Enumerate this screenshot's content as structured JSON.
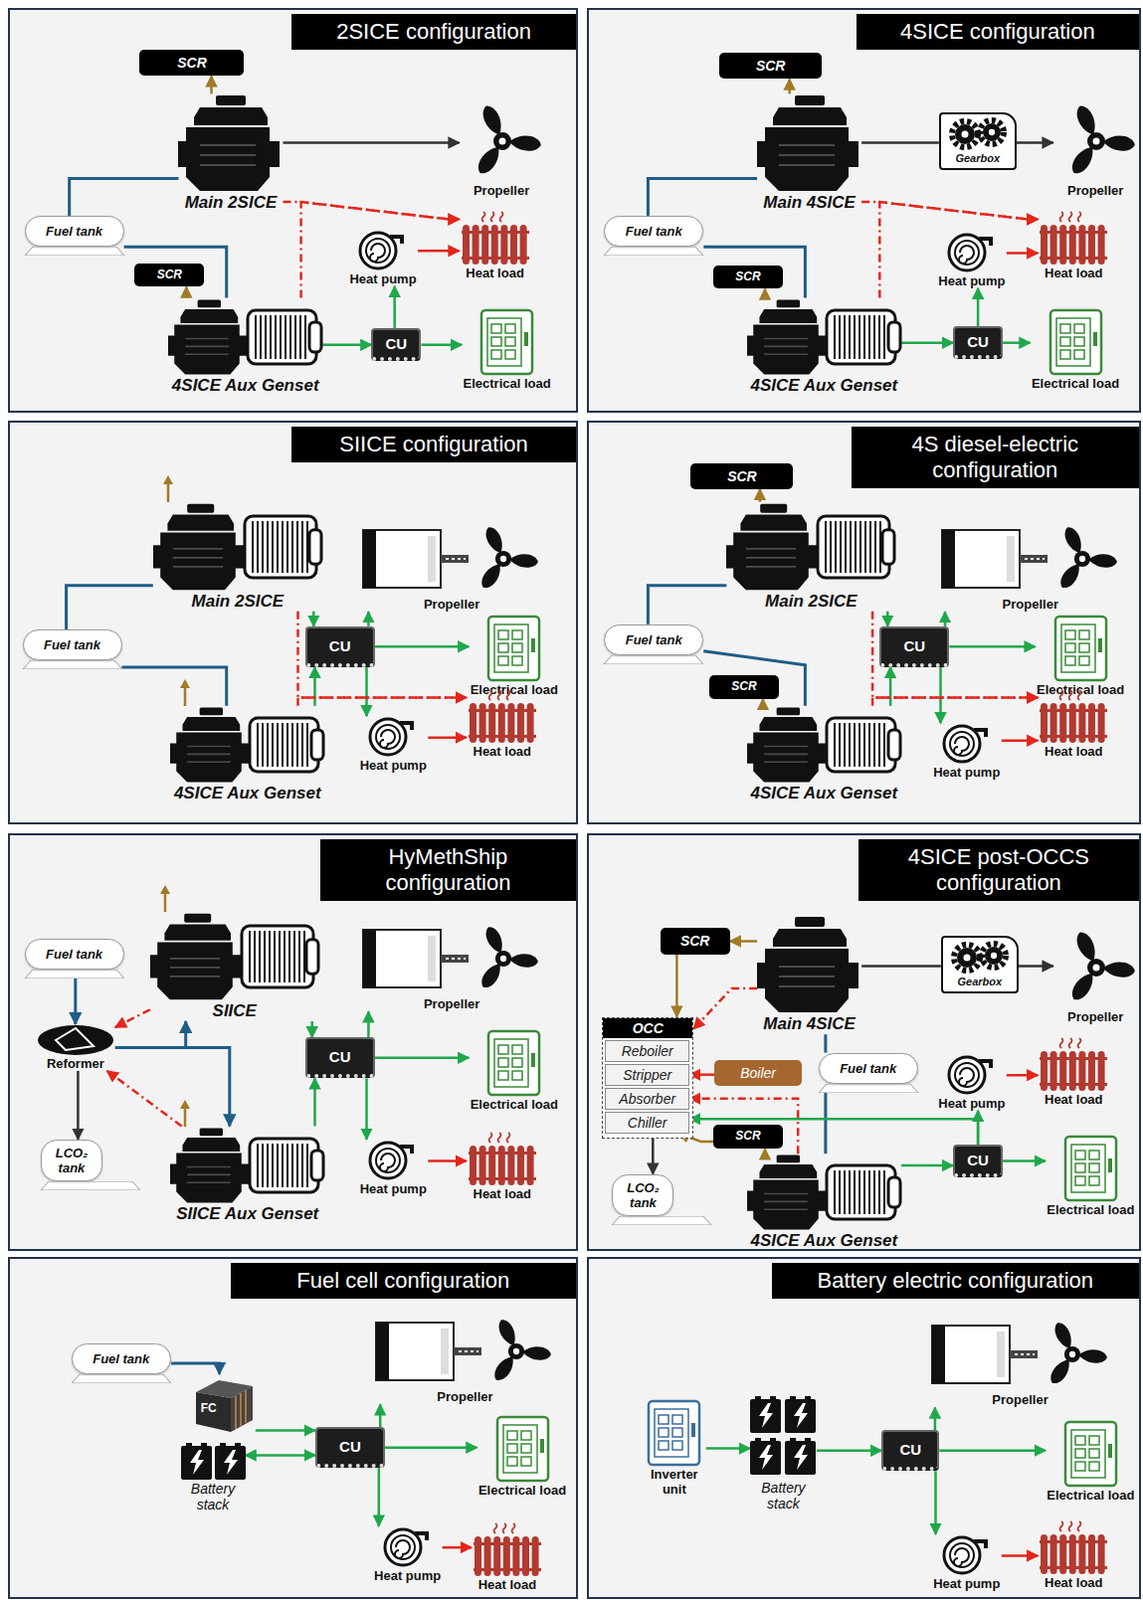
{
  "diagram": {
    "nodes": [
      {
        "text": [
          "2SICE configuration"
        ]
      },
      {
        "text": [
          "SCR"
        ],
        "in": 0
      },
      {
        "text": [
          "Main 2SICE"
        ],
        "in": 0
      },
      {
        "text": [
          "Propeller"
        ],
        "in": 0
      },
      {
        "text": [
          "Fuel tank"
        ],
        "in": 0
      },
      {
        "text": [
          "Heat pump"
        ],
        "in": 0
      },
      {
        "text": [
          "Heat load"
        ],
        "in": 0
      },
      {
        "text": [
          "SCR"
        ],
        "in": 0
      },
      {
        "text": [
          "4SICE Aux Genset"
        ],
        "in": 0
      },
      {
        "text": [
          "CU"
        ],
        "in": 0
      },
      {
        "text": [
          "Electrical load"
        ],
        "in": 0
      },
      {
        "text": [
          "4SICE configuration"
        ]
      },
      {
        "text": [
          "SCR"
        ],
        "in": 11
      },
      {
        "text": [
          "Main 4SICE"
        ],
        "in": 11
      },
      {
        "text": [
          "Gearbox"
        ],
        "in": 11
      },
      {
        "text": [
          "Propeller"
        ],
        "in": 11
      },
      {
        "text": [
          "Fuel tank"
        ],
        "in": 11
      },
      {
        "text": [
          "Heat pump"
        ],
        "in": 11
      },
      {
        "text": [
          "Heat load"
        ],
        "in": 11
      },
      {
        "text": [
          "SCR"
        ],
        "in": 11
      },
      {
        "text": [
          "4SICE Aux Genset"
        ],
        "in": 11
      },
      {
        "text": [
          "CU"
        ],
        "in": 11
      },
      {
        "text": [
          "Electrical load"
        ],
        "in": 11
      },
      {
        "text": [
          "SIICE configuration"
        ]
      },
      {
        "text": [
          "Main 2SICE"
        ],
        "in": 23
      },
      {
        "text": [
          "Propeller"
        ],
        "in": 23
      },
      {
        "text": [
          "Fuel tank"
        ],
        "in": 23
      },
      {
        "text": [
          "CU"
        ],
        "in": 23
      },
      {
        "text": [
          "Electrical load"
        ],
        "in": 23
      },
      {
        "text": [
          "4SICE Aux Genset"
        ],
        "in": 23
      },
      {
        "text": [
          "Heat pump"
        ],
        "in": 23
      },
      {
        "text": [
          "Heat load"
        ],
        "in": 23
      },
      {
        "text": [
          "4S diesel-electric configuration"
        ]
      },
      {
        "text": [
          "SCR"
        ],
        "in": 32
      },
      {
        "text": [
          "Main 2SICE"
        ],
        "in": 32
      },
      {
        "text": [
          "Propeller"
        ],
        "in": 32
      },
      {
        "text": [
          "Fuel tank"
        ],
        "in": 32
      },
      {
        "text": [
          "CU"
        ],
        "in": 32
      },
      {
        "text": [
          "Electrical load"
        ],
        "in": 32
      },
      {
        "text": [
          "SCR"
        ],
        "in": 32
      },
      {
        "text": [
          "4SICE Aux Genset"
        ],
        "in": 32
      },
      {
        "text": [
          "Heat pump"
        ],
        "in": 32
      },
      {
        "text": [
          "Heat load"
        ],
        "in": 32
      },
      {
        "text": [
          "HyMethShip configuration"
        ]
      },
      {
        "text": [
          "Fuel tank"
        ],
        "in": 43
      },
      {
        "text": [
          "SIICE"
        ],
        "in": 43
      },
      {
        "text": [
          "Propeller"
        ],
        "in": 43
      },
      {
        "text": [
          "Reformer"
        ],
        "in": 43
      },
      {
        "text": [
          "CU"
        ],
        "in": 43
      },
      {
        "text": [
          "Electrical load"
        ],
        "in": 43
      },
      {
        "text": [
          "LCO₂ tank"
        ],
        "in": 43
      },
      {
        "text": [
          "SIICE Aux Genset"
        ],
        "in": 43
      },
      {
        "text": [
          "Heat pump"
        ],
        "in": 43
      },
      {
        "text": [
          "Heat load"
        ],
        "in": 43
      },
      {
        "text": [
          "4SICE post-OCCS configuration"
        ]
      },
      {
        "text": [
          "SCR"
        ],
        "in": 54
      },
      {
        "text": [
          "Main 4SICE"
        ],
        "in": 54
      },
      {
        "text": [
          "Gearbox"
        ],
        "in": 54
      },
      {
        "text": [
          "Propeller"
        ],
        "in": 54
      },
      {
        "text": [
          "OCC"
        ],
        "in": 54
      },
      {
        "text": [
          "Reboiler"
        ],
        "in": 59
      },
      {
        "text": [
          "Stripper"
        ],
        "in": 59
      },
      {
        "text": [
          "Absorber"
        ],
        "in": 59
      },
      {
        "text": [
          "Chiller"
        ],
        "in": 59
      },
      {
        "text": [
          "Boiler"
        ],
        "in": 54
      },
      {
        "text": [
          "Fuel tank"
        ],
        "in": 54
      },
      {
        "text": [
          "Heat pump"
        ],
        "in": 54
      },
      {
        "text": [
          "Heat load"
        ],
        "in": 54
      },
      {
        "text": [
          "SCR"
        ],
        "in": 54
      },
      {
        "text": [
          "4SICE Aux Genset"
        ],
        "in": 54
      },
      {
        "text": [
          "CU"
        ],
        "in": 54
      },
      {
        "text": [
          "Electrical load"
        ],
        "in": 54
      },
      {
        "text": [
          "LCO₂ tank"
        ],
        "in": 54
      },
      {
        "text": [
          "Fuel cell configuration"
        ]
      },
      {
        "text": [
          "Fuel tank"
        ],
        "in": 73
      },
      {
        "text": [
          "FC"
        ],
        "in": 73
      },
      {
        "text": [
          "Propeller"
        ],
        "in": 73
      },
      {
        "text": [
          "CU"
        ],
        "in": 73
      },
      {
        "text": [
          "Electrical load"
        ],
        "in": 73
      },
      {
        "text": [
          "Battery stack"
        ],
        "in": 73
      },
      {
        "text": [
          "Heat pump"
        ],
        "in": 73
      },
      {
        "text": [
          "Heat load"
        ],
        "in": 73
      },
      {
        "text": [
          "Battery electric configuration"
        ]
      },
      {
        "text": [
          "Inverter unit"
        ],
        "in": 82
      },
      {
        "text": [
          "Battery stack"
        ],
        "in": 82
      },
      {
        "text": [
          "CU"
        ],
        "in": 82
      },
      {
        "text": [
          "Propeller"
        ],
        "in": 82
      },
      {
        "text": [
          "Electrical load"
        ],
        "in": 82
      },
      {
        "text": [
          "Heat pump"
        ],
        "in": 82
      },
      {
        "text": [
          "Heat load"
        ],
        "in": 82
      }
    ],
    "edges": [
      {
        "from": 2,
        "to": 1,
        "arrow": "to"
      },
      {
        "from": 2,
        "to": 3,
        "arrow": "to"
      },
      {
        "from": 4,
        "to": 2,
        "arrow": "none"
      },
      {
        "from": 4,
        "to": 8,
        "arrow": "none"
      },
      {
        "from": 2,
        "to": 6,
        "arrow": "to"
      },
      {
        "from": 8,
        "to": 6,
        "arrow": "to"
      },
      {
        "from": 8,
        "to": 7,
        "arrow": "to"
      },
      {
        "from": 8,
        "to": 9,
        "arrow": "to"
      },
      {
        "from": 9,
        "to": 5,
        "arrow": "to"
      },
      {
        "from": 9,
        "to": 10,
        "arrow": "to"
      },
      {
        "from": 5,
        "to": 6,
        "arrow": "to"
      },
      {
        "from": 13,
        "to": 12,
        "arrow": "to"
      },
      {
        "from": 13,
        "to": 14,
        "arrow": "none"
      },
      {
        "from": 14,
        "to": 15,
        "arrow": "to"
      },
      {
        "from": 16,
        "to": 13,
        "arrow": "none"
      },
      {
        "from": 16,
        "to": 20,
        "arrow": "none"
      },
      {
        "from": 13,
        "to": 18,
        "arrow": "to"
      },
      {
        "from": 20,
        "to": 18,
        "arrow": "to"
      },
      {
        "from": 20,
        "to": 19,
        "arrow": "to"
      },
      {
        "from": 20,
        "to": 21,
        "arrow": "to"
      },
      {
        "from": 21,
        "to": 17,
        "arrow": "to"
      },
      {
        "from": 21,
        "to": 22,
        "arrow": "to"
      },
      {
        "from": 17,
        "to": 18,
        "arrow": "to"
      },
      {
        "from": 26,
        "to": 24,
        "arrow": "none"
      },
      {
        "from": 26,
        "to": 29,
        "arrow": "none"
      },
      {
        "from": 24,
        "to": 27,
        "arrow": "to"
      },
      {
        "from": 29,
        "to": 27,
        "arrow": "to"
      },
      {
        "from": 27,
        "to": 25,
        "arrow": "to"
      },
      {
        "from": 27,
        "to": 28,
        "arrow": "to"
      },
      {
        "from": 27,
        "to": 30,
        "arrow": "to"
      },
      {
        "from": 30,
        "to": 31,
        "arrow": "to"
      },
      {
        "from": 24,
        "to": 31,
        "arrow": "to"
      },
      {
        "from": 29,
        "to": 31,
        "arrow": "to"
      },
      {
        "from": 34,
        "to": 33,
        "arrow": "to"
      },
      {
        "from": 36,
        "to": 34,
        "arrow": "none"
      },
      {
        "from": 36,
        "to": 40,
        "arrow": "none"
      },
      {
        "from": 34,
        "to": 37,
        "arrow": "to"
      },
      {
        "from": 40,
        "to": 37,
        "arrow": "to"
      },
      {
        "from": 37,
        "to": 35,
        "arrow": "to"
      },
      {
        "from": 37,
        "to": 38,
        "arrow": "to"
      },
      {
        "from": 37,
        "to": 41,
        "arrow": "to"
      },
      {
        "from": 41,
        "to": 42,
        "arrow": "to"
      },
      {
        "from": 34,
        "to": 42,
        "arrow": "to"
      },
      {
        "from": 40,
        "to": 42,
        "arrow": "to"
      },
      {
        "from": 40,
        "to": 39,
        "arrow": "to"
      },
      {
        "from": 44,
        "to": 47,
        "arrow": "to"
      },
      {
        "from": 47,
        "to": 45,
        "arrow": "to"
      },
      {
        "from": 47,
        "to": 51,
        "arrow": "to"
      },
      {
        "from": 45,
        "to": 47,
        "arrow": "to"
      },
      {
        "from": 51,
        "to": 47,
        "arrow": "to"
      },
      {
        "from": 47,
        "to": 50,
        "arrow": "to"
      },
      {
        "from": 45,
        "to": 48,
        "arrow": "to"
      },
      {
        "from": 51,
        "to": 48,
        "arrow": "to"
      },
      {
        "from": 48,
        "to": 46,
        "arrow": "to"
      },
      {
        "from": 48,
        "to": 49,
        "arrow": "to"
      },
      {
        "from": 48,
        "to": 52,
        "arrow": "to"
      },
      {
        "from": 52,
        "to": 53,
        "arrow": "to"
      },
      {
        "from": 56,
        "to": 55,
        "arrow": "to"
      },
      {
        "from": 55,
        "to": 59,
        "arrow": "to"
      },
      {
        "from": 56,
        "to": 59,
        "arrow": "to"
      },
      {
        "from": 56,
        "to": 57,
        "arrow": "none"
      },
      {
        "from": 57,
        "to": 58,
        "arrow": "to"
      },
      {
        "from": 65,
        "to": 56,
        "arrow": "none"
      },
      {
        "from": 65,
        "to": 69,
        "arrow": "none"
      },
      {
        "from": 64,
        "to": 61,
        "arrow": "to"
      },
      {
        "from": 69,
        "to": 68,
        "arrow": "to"
      },
      {
        "from": 68,
        "to": 63,
        "arrow": "to"
      },
      {
        "from": 69,
        "to": 62,
        "arrow": "to"
      },
      {
        "from": 69,
        "to": 70,
        "arrow": "to"
      },
      {
        "from": 70,
        "to": 66,
        "arrow": "to"
      },
      {
        "from": 70,
        "to": 71,
        "arrow": "to"
      },
      {
        "from": 70,
        "to": 63,
        "arrow": "to"
      },
      {
        "from": 66,
        "to": 67,
        "arrow": "to"
      },
      {
        "from": 59,
        "to": 72,
        "arrow": "to"
      },
      {
        "from": 74,
        "to": 75,
        "arrow": "to"
      },
      {
        "from": 75,
        "to": 77,
        "arrow": "to"
      },
      {
        "from": 79,
        "to": 77,
        "arrow": "both"
      },
      {
        "from": 77,
        "to": 76,
        "arrow": "to"
      },
      {
        "from": 77,
        "to": 78,
        "arrow": "to"
      },
      {
        "from": 77,
        "to": 80,
        "arrow": "to"
      },
      {
        "from": 80,
        "to": 81,
        "arrow": "to"
      },
      {
        "from": 83,
        "to": 84,
        "arrow": "to"
      },
      {
        "from": 84,
        "to": 85,
        "arrow": "to"
      },
      {
        "from": 85,
        "to": 86,
        "arrow": "to"
      },
      {
        "from": 85,
        "to": 87,
        "arrow": "to"
      },
      {
        "from": 85,
        "to": 88,
        "arrow": "to"
      },
      {
        "from": 88,
        "to": 89,
        "arrow": "to"
      }
    ]
  }
}
